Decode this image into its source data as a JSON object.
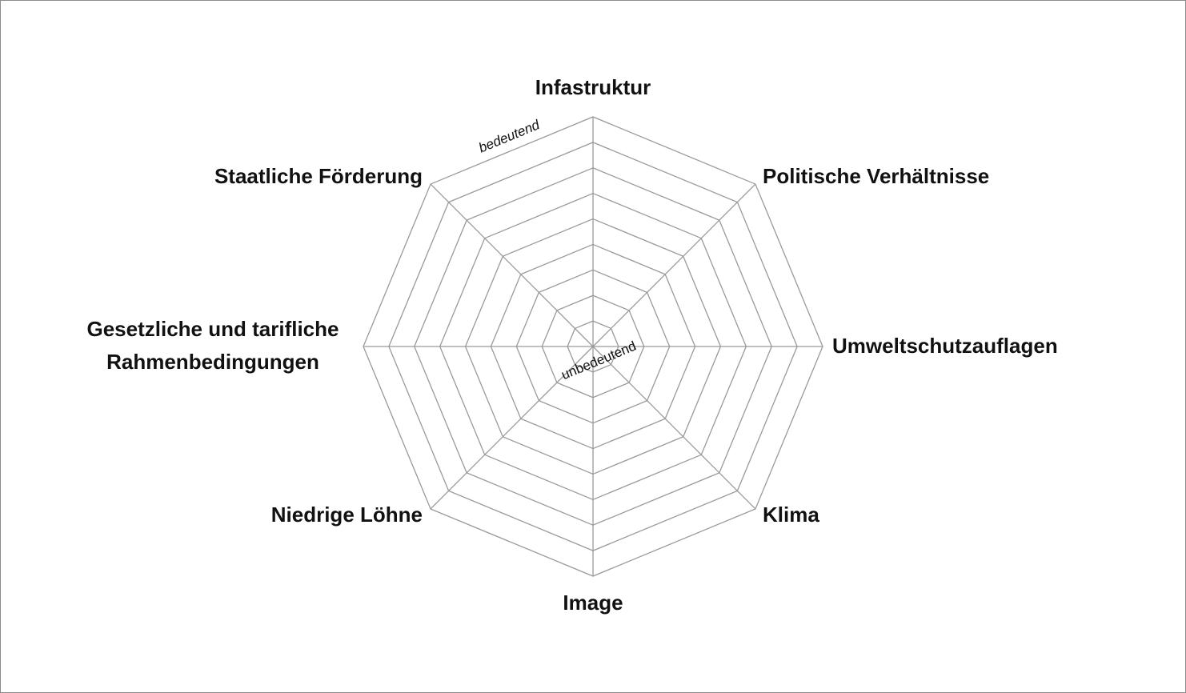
{
  "chart_data": {
    "type": "radar",
    "axes": [
      "Infastruktur",
      "Politische Verhältnisse",
      "Umweltschutzauflagen",
      "Klima",
      "Image",
      "Niedrige Löhne",
      "Gesetzliche und tarifliche Rahmenbedingungen",
      "Staatliche Förderung"
    ],
    "axis_label_lines": [
      [
        "Infastruktur"
      ],
      [
        "Politische Verhältnisse"
      ],
      [
        "Umweltschutzauflagen"
      ],
      [
        "Klima"
      ],
      [
        "Image"
      ],
      [
        "Niedrige Löhne"
      ],
      [
        "Gesetzliche und tarifliche",
        "Rahmenbedingungen"
      ],
      [
        "Staatliche Förderung"
      ]
    ],
    "rings": 9,
    "scale_min_label": "unbedeutend",
    "scale_max_label": "bedeutend",
    "series": [],
    "grid": true,
    "legend": "none",
    "grid_color": "#9a9a9a"
  }
}
